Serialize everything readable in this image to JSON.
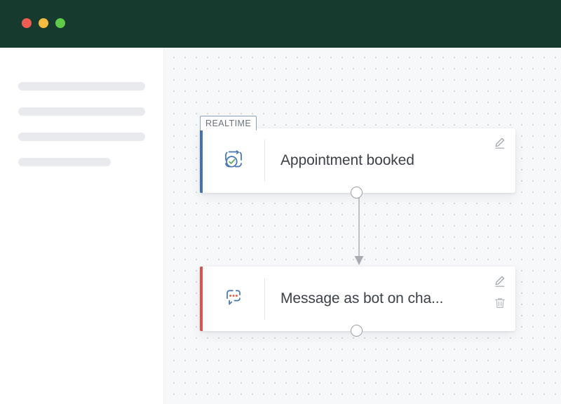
{
  "window": {
    "traffic_lights": [
      {
        "name": "close",
        "color": "#ef5d52"
      },
      {
        "name": "minimize",
        "color": "#f5bc3f"
      },
      {
        "name": "maximize",
        "color": "#60cb49"
      }
    ],
    "titlebar_color": "#163a2e"
  },
  "sidebar": {
    "placeholder_bars": [
      {
        "width": "long"
      },
      {
        "width": "long"
      },
      {
        "width": "long"
      },
      {
        "width": "short"
      }
    ]
  },
  "canvas": {
    "grid": "dotted",
    "background_color": "#f7f8fa",
    "nodes": [
      {
        "id": "appointment-booked",
        "badge": "REALTIME",
        "title": "Appointment booked",
        "accent_color": "#4372b5",
        "icon": "calendar-check-icon",
        "actions": [
          {
            "name": "edit-node-button",
            "icon": "pencil-icon"
          }
        ],
        "output_handle": {
          "name": "output-handle",
          "color": "#9aa0a8"
        }
      },
      {
        "id": "message-as-bot",
        "title": "Message as bot on cha...",
        "accent_color": "#d9534f",
        "icon": "chat-bubble-dots-icon",
        "actions": [
          {
            "name": "edit-node-button",
            "icon": "pencil-icon"
          },
          {
            "name": "delete-node-button",
            "icon": "trash-icon"
          }
        ],
        "output_handle": {
          "name": "output-handle",
          "color": "#9aa0a8"
        },
        "side_handle": {
          "name": "error-output-handle",
          "color": "#d9534f"
        }
      }
    ],
    "connector": {
      "name": "flow-connector",
      "from": "appointment-booked",
      "to": "message-as-bot",
      "color": "#a7acb3"
    }
  }
}
